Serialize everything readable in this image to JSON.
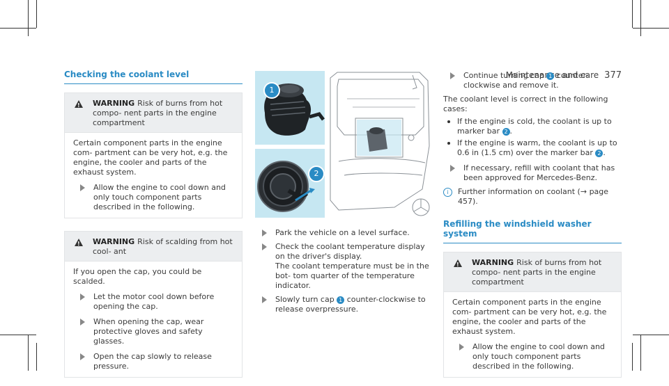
{
  "header": {
    "section": "Maintenance and care",
    "page": "377"
  },
  "left": {
    "heading": "Checking the coolant level",
    "warning1": {
      "label": "WARNING",
      "title": "Risk of burns from hot compo- nent parts in the engine compartment",
      "body": "Certain component parts in the engine com- partment can be very hot, e.g. the engine, the cooler and parts of the exhaust system.",
      "step": "Allow the engine to cool down and only touch component parts described in the following."
    },
    "warning2": {
      "label": "WARNING",
      "title": "Risk of scalding from hot cool- ant",
      "body": "If you open the cap, you could be scalded.",
      "steps": [
        "Let the motor cool down before opening the cap.",
        "When opening the cap, wear protective gloves and safety glasses.",
        "Open the cap slowly to release pressure."
      ]
    }
  },
  "figure": {
    "callout1": "1",
    "callout2": "2"
  },
  "middle": {
    "steps": [
      {
        "text": "Park the vehicle on a level surface."
      },
      {
        "text": "Check the coolant temperature display on the driver's display.",
        "extra": "The coolant temperature must be in the bot- tom quarter of the temperature indicator."
      },
      {
        "pre": "Slowly turn cap",
        "badge": "1",
        "post": "counter-clockwise to release overpressure."
      }
    ]
  },
  "right": {
    "step1": {
      "pre": "Continue turning cap",
      "badge": "1",
      "post": "counter-clockwise and remove it."
    },
    "intro": "The coolant level is correct in the following cases:",
    "bullet1": {
      "pre": "If the engine is cold, the coolant is up to marker bar",
      "badge": "2",
      "post": "."
    },
    "bullet2": {
      "pre": "If the engine is warm, the coolant is up to 0.6 in (1.5 cm) over the marker bar",
      "badge": "2",
      "post": "."
    },
    "step2": "If necessary, refill with coolant that has been approved for Mercedes-Benz.",
    "info": "Further information on coolant (→ page 457).",
    "heading2": "Refilling the windshield washer system",
    "warning": {
      "label": "WARNING",
      "title": "Risk of burns from hot compo- nent parts in the engine compartment",
      "body": "Certain component parts in the engine com- partment can be very hot, e.g. the engine, the cooler and parts of the exhaust system.",
      "step": "Allow the engine to cool down and only touch component parts described in the following."
    }
  },
  "colors": {
    "accent": "#2a8bc4",
    "figure_bg": "#c6e7f2"
  }
}
